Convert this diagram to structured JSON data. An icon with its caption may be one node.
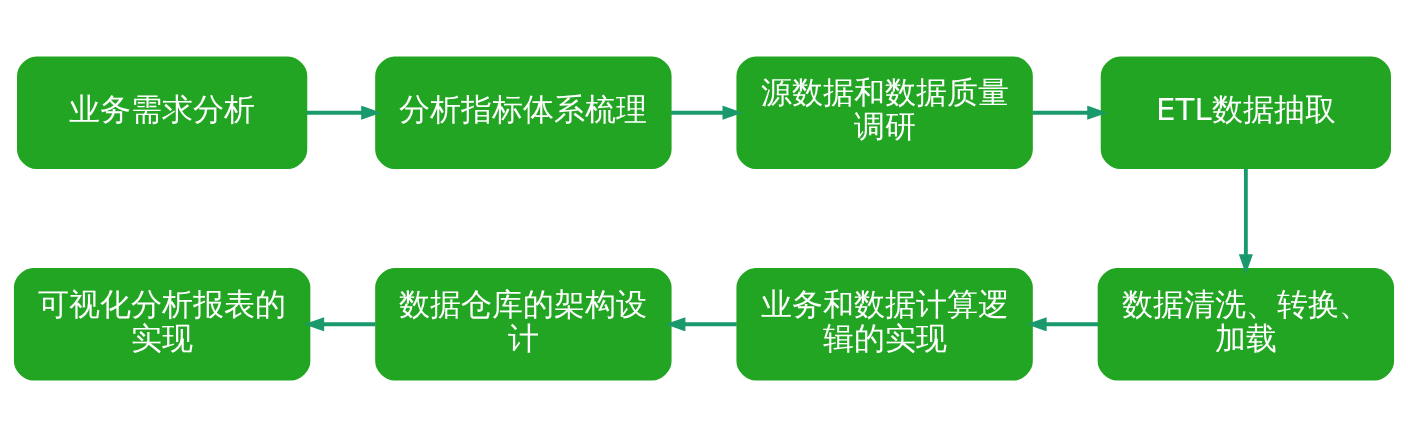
{
  "diagram": {
    "nodes": [
      {
        "text": [
          "业务需求分析"
        ]
      },
      {
        "text": [
          "分析指标体系梳理"
        ]
      },
      {
        "text": [
          "源数据和数据质量调研"
        ]
      },
      {
        "text": [
          "ETL数据抽取"
        ]
      },
      {
        "text": [
          "数据清洗、转换、加载"
        ]
      },
      {
        "text": [
          "业务和数据计算逻辑的实现"
        ]
      },
      {
        "text": [
          "数据仓库的架构设计"
        ]
      },
      {
        "text": [
          "可视化分析报表的实现"
        ]
      }
    ],
    "edges": [
      {
        "from": 0,
        "to": 1,
        "arrow": "to"
      },
      {
        "from": 1,
        "to": 2,
        "arrow": "to"
      },
      {
        "from": 2,
        "to": 3,
        "arrow": "to"
      },
      {
        "from": 3,
        "to": 4,
        "arrow": "to"
      },
      {
        "from": 4,
        "to": 5,
        "arrow": "to"
      },
      {
        "from": 5,
        "to": 6,
        "arrow": "to"
      },
      {
        "from": 6,
        "to": 7,
        "arrow": "to"
      }
    ]
  }
}
